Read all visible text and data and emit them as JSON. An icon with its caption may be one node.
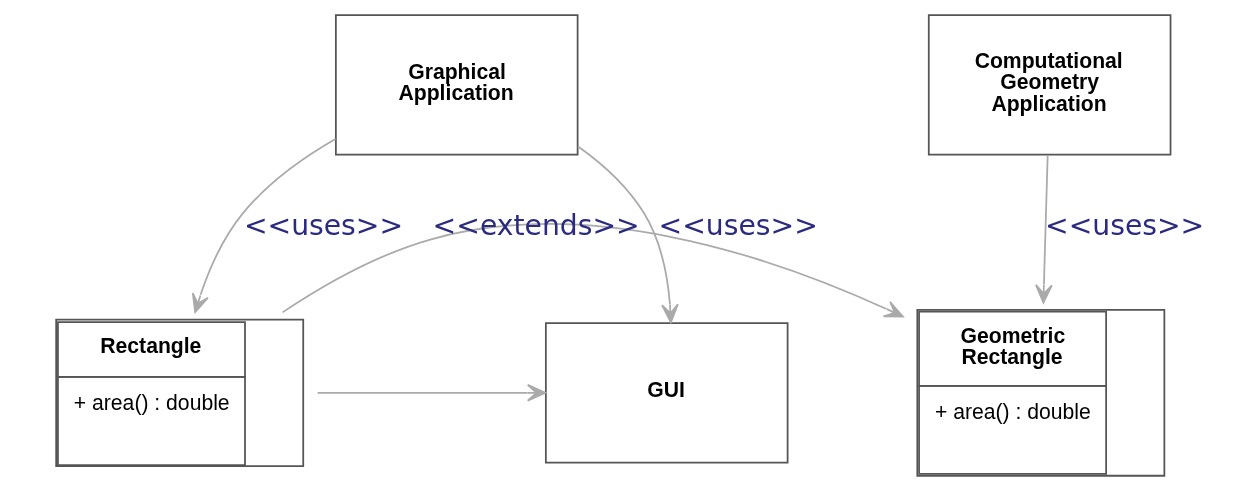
{
  "diagram": {
    "nodes": [
      {
        "text": [
          "Computational Geometry Application"
        ]
      },
      {
        "text": [
          "Graphical Application"
        ]
      },
      {
        "text": [
          "Geometric Rectangle",
          "+ area() : double"
        ]
      },
      {
        "text": [
          "Rectangle",
          "+ area() : double"
        ]
      },
      {
        "text": [
          "GUI"
        ]
      }
    ],
    "edges": [
      {
        "from": 0,
        "to": 2,
        "arrow": "to",
        "label": "<<uses>>"
      },
      {
        "from": 1,
        "to": 3,
        "arrow": "to",
        "label": "<<uses>>"
      },
      {
        "from": 1,
        "to": 4,
        "arrow": "to",
        "label": "<<uses>>"
      },
      {
        "from": 3,
        "to": 2,
        "arrow": "to",
        "label": "<<extends>>"
      },
      {
        "from": 3,
        "to": 4,
        "arrow": "to"
      }
    ]
  }
}
